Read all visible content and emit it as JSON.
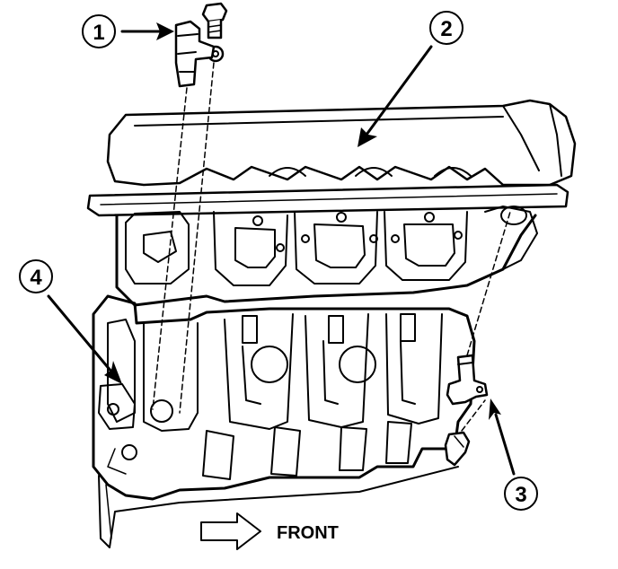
{
  "callouts": [
    {
      "id": "1",
      "label": "1"
    },
    {
      "id": "2",
      "label": "2"
    },
    {
      "id": "3",
      "label": "3"
    },
    {
      "id": "4",
      "label": "4"
    }
  ],
  "direction_label": "FRONT",
  "colors": {
    "line": "#000000",
    "background": "#ffffff"
  }
}
